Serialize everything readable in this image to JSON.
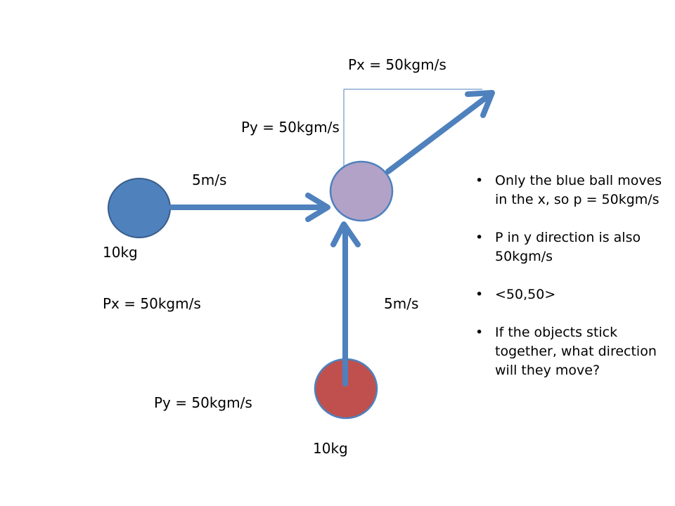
{
  "labels": {
    "px_result": "Px = 50kgm/s",
    "py_result": "Py = 50kgm/s",
    "speed_blue": "5m/s",
    "mass_blue": "10kg",
    "px_blue": "Px = 50kgm/s",
    "speed_red": "5m/s",
    "py_red": "Py = 50kgm/s",
    "mass_red": "10kg"
  },
  "bullets": [
    "Only the blue ball moves in the x, so p = 50kgm/s",
    "P in y direction is also 50kgm/s",
    "<50,50>",
    "If the objects stick together, what direction will they move?"
  ],
  "bullet_symbol": "•",
  "colors": {
    "blue_ball": "#4f81bd",
    "red_ball": "#c0504d",
    "combined_ball": "#b2a2c7",
    "arrow": "#4f81bd",
    "guide_line": "#4f81bd"
  }
}
